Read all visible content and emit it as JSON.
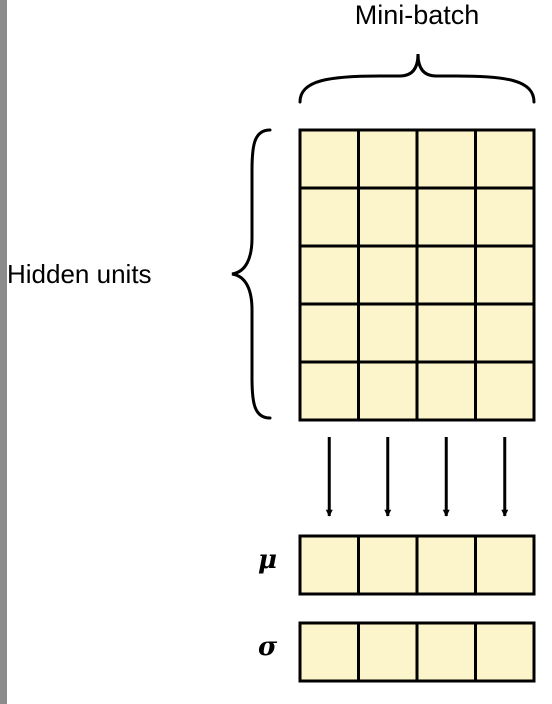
{
  "labels": {
    "minibatch": "Mini-batch",
    "hidden_units": "Hidden units",
    "mu": "μ",
    "sigma": "σ"
  },
  "grid": {
    "rows": 5,
    "columns": 4
  },
  "colors": {
    "cell_fill": "#fcf5cc",
    "stroke": "#000000"
  }
}
